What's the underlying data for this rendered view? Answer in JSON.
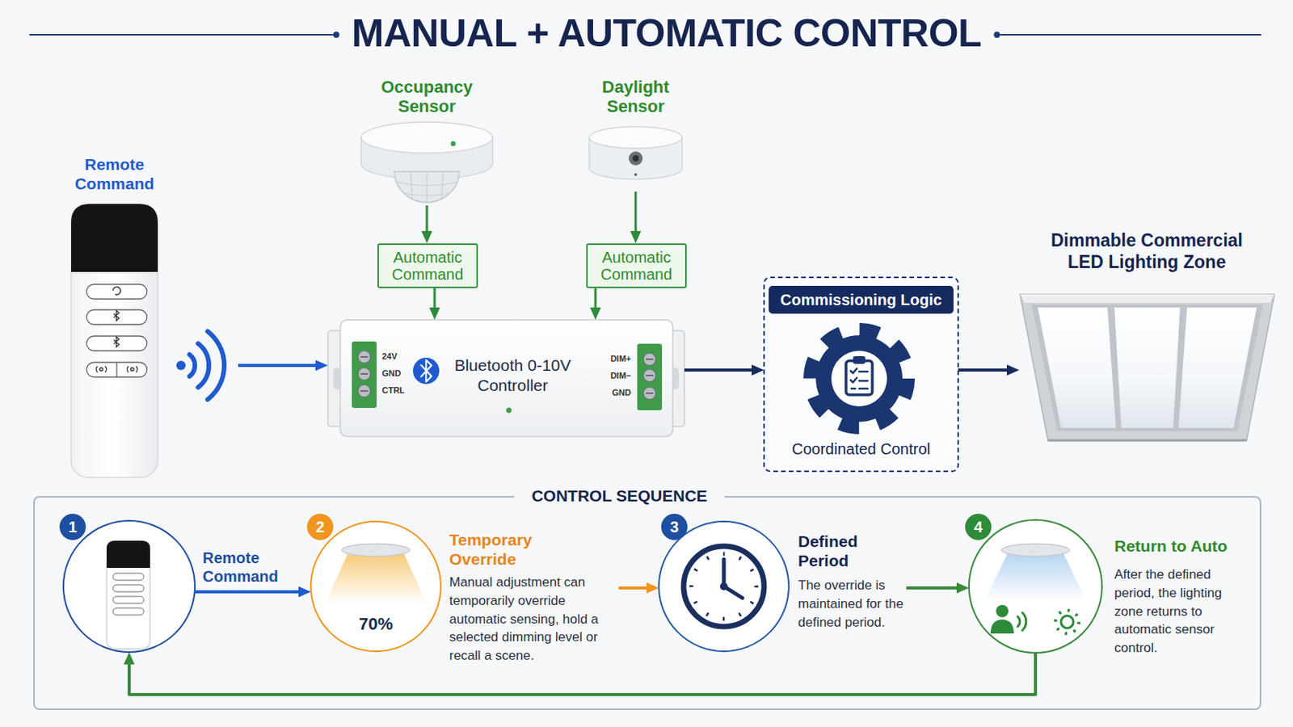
{
  "diagram": {
    "title": "MANUAL + AUTOMATIC CONTROL",
    "nodes": [
      {
        "text": [
          "Remote Command"
        ]
      },
      {
        "text": [
          "Occupancy Sensor"
        ]
      },
      {
        "text": [
          "Daylight Sensor"
        ]
      },
      {
        "text": [
          "Automatic Command"
        ]
      },
      {
        "text": [
          "Automatic Command"
        ]
      },
      {
        "text": [
          "Bluetooth 0-10V Controller"
        ]
      },
      {
        "text": [
          "Commissioning Logic",
          "Coordinated Control"
        ]
      },
      {
        "text": [
          "Dimmable Commercial LED Lighting Zone"
        ]
      },
      {
        "text": [
          "CONTROL SEQUENCE"
        ]
      },
      {
        "text": [
          "Remote Command"
        ],
        "in": 8
      },
      {
        "text": [
          "70%",
          "Temporary Override",
          "Manual adjustment can temporarily override automatic sensing, hold a selected dimming level or recall a scene."
        ],
        "in": 8
      },
      {
        "text": [
          "Defined Period",
          "The override is maintained for the defined period."
        ],
        "in": 8
      },
      {
        "text": [
          "Return to Auto",
          "After the defined period, the lighting zone returns to automatic sensor control."
        ],
        "in": 8
      }
    ],
    "edges": [
      {
        "from": 0,
        "to": 5,
        "arrow": "to"
      },
      {
        "from": 1,
        "to": 3,
        "arrow": "to"
      },
      {
        "from": 2,
        "to": 4,
        "arrow": "to"
      },
      {
        "from": 3,
        "to": 5,
        "arrow": "to"
      },
      {
        "from": 4,
        "to": 5,
        "arrow": "to"
      },
      {
        "from": 5,
        "to": 6,
        "arrow": "to"
      },
      {
        "from": 6,
        "to": 7,
        "arrow": "to"
      },
      {
        "from": 9,
        "to": 10,
        "arrow": "to"
      },
      {
        "from": 10,
        "to": 11,
        "arrow": "to"
      },
      {
        "from": 11,
        "to": 12,
        "arrow": "to"
      },
      {
        "from": 12,
        "to": 9,
        "arrow": "to"
      }
    ],
    "labels": [
      "24V",
      "GND",
      "CTRL",
      "DIM+",
      "DIM−",
      "GND",
      "1",
      "2",
      "3",
      "4"
    ]
  }
}
